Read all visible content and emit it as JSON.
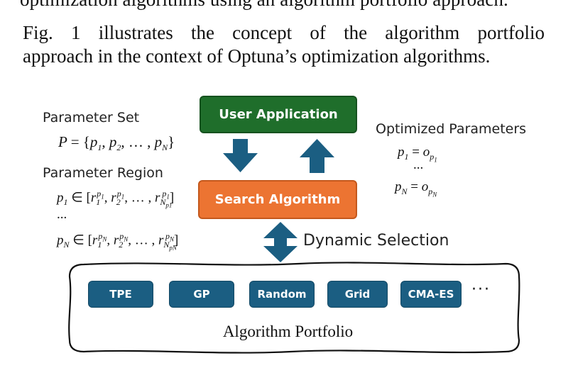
{
  "text": {
    "cut_line": "optimization algorithms using an algorithm portfolio approach.",
    "paragraph_line1": "Fig. 1 illustrates the concept of the algorithm portfolio",
    "paragraph_line2": "approach in the context of Optuna’s optimization algorithms."
  },
  "figure": {
    "parameter_set_label": "Parameter Set",
    "parameter_region_label": "Parameter Region",
    "optimized_parameters_label": "Optimized Parameters",
    "user_application": "User Application",
    "search_algorithm": "Search Algorithm",
    "dynamic_selection": "Dynamic Selection",
    "portfolio_label": "Algorithm Portfolio",
    "algorithms": [
      "TPE",
      "GP",
      "Random",
      "Grid",
      "CMA-ES"
    ],
    "more_indicator": "···",
    "vertical_ellipsis": "...",
    "colors": {
      "user_application": "#1f6e2b",
      "search_algorithm": "#ec7432",
      "algorithm_button": "#1b5e82"
    }
  }
}
